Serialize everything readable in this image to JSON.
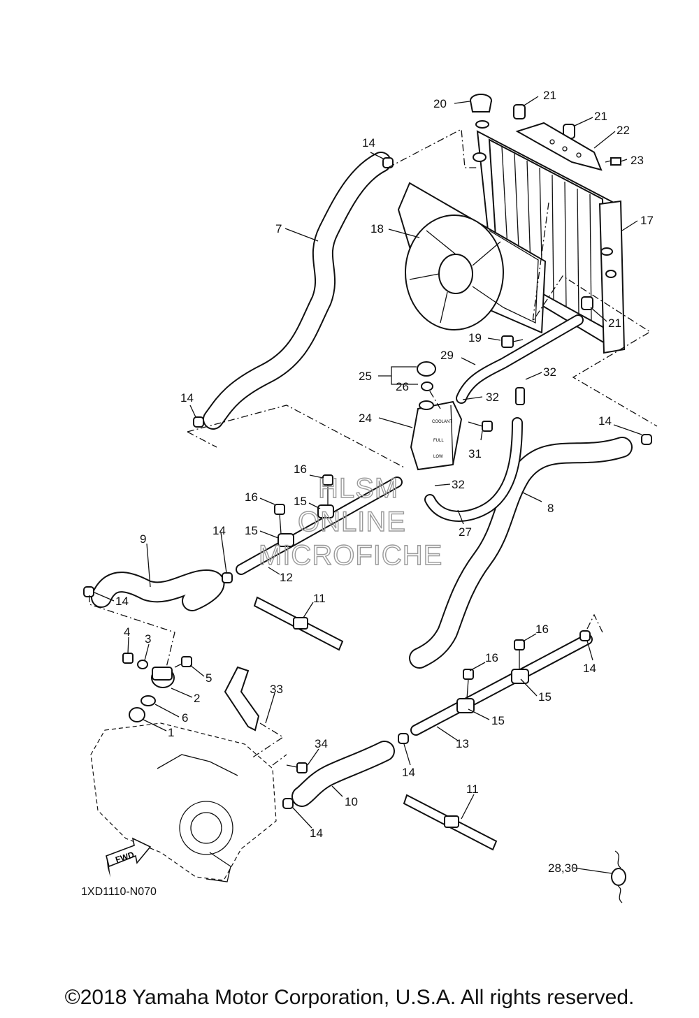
{
  "diagram_code": "1XD1110-N070",
  "copyright": "©2018 Yamaha Motor Corporation, U.S.A. All rights reserved.",
  "watermark": [
    "HLSM",
    "ONLINE",
    "MICROFICHE"
  ],
  "fwd_label": "FWD",
  "labels": {
    "p1": "1",
    "p2": "2",
    "p3": "3",
    "p4": "4",
    "p5": "5",
    "p6": "6",
    "p7": "7",
    "p8": "8",
    "p9": "9",
    "p10": "10",
    "p11a": "11",
    "p11b": "11",
    "p12": "12",
    "p13": "13",
    "p14a": "14",
    "p14b": "14",
    "p14c": "14",
    "p14d": "14",
    "p14e": "14",
    "p14f": "14",
    "p14g": "14",
    "p14h": "14",
    "p15a": "15",
    "p15b": "15",
    "p15c": "15",
    "p15d": "15",
    "p16a": "16",
    "p16b": "16",
    "p16c": "16",
    "p16d": "16",
    "p17": "17",
    "p18": "18",
    "p19": "19",
    "p20": "20",
    "p21a": "21",
    "p21b": "21",
    "p21c": "21",
    "p22": "22",
    "p23": "23",
    "p24": "24",
    "p25": "25",
    "p26": "26",
    "p27": "27",
    "p28_30": "28,30",
    "p29": "29",
    "p31": "31",
    "p32a": "32",
    "p32b": "32",
    "p32c": "32",
    "p33": "33",
    "p34": "34"
  },
  "tank_markings": [
    "COOLANT",
    "FULL",
    "LOW"
  ]
}
